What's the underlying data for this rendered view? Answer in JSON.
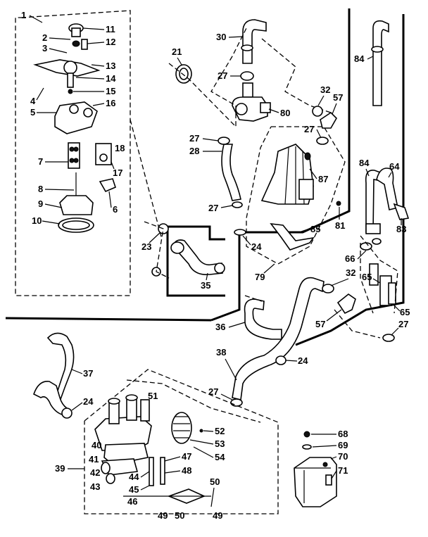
{
  "callouts": [
    "1",
    "2",
    "3",
    "4",
    "5",
    "6",
    "7",
    "8",
    "9",
    "10",
    "11",
    "12",
    "13",
    "14",
    "15",
    "16",
    "17",
    "18",
    "21",
    "23",
    "24",
    "27",
    "28",
    "30",
    "32",
    "35",
    "36",
    "37",
    "38",
    "39",
    "40",
    "41",
    "42",
    "43",
    "44",
    "45",
    "46",
    "47",
    "48",
    "49",
    "50",
    "51",
    "52",
    "53",
    "54",
    "57",
    "64",
    "65",
    "66",
    "68",
    "69",
    "70",
    "71",
    "79",
    "80",
    "81",
    "83",
    "84",
    "85",
    "87"
  ]
}
